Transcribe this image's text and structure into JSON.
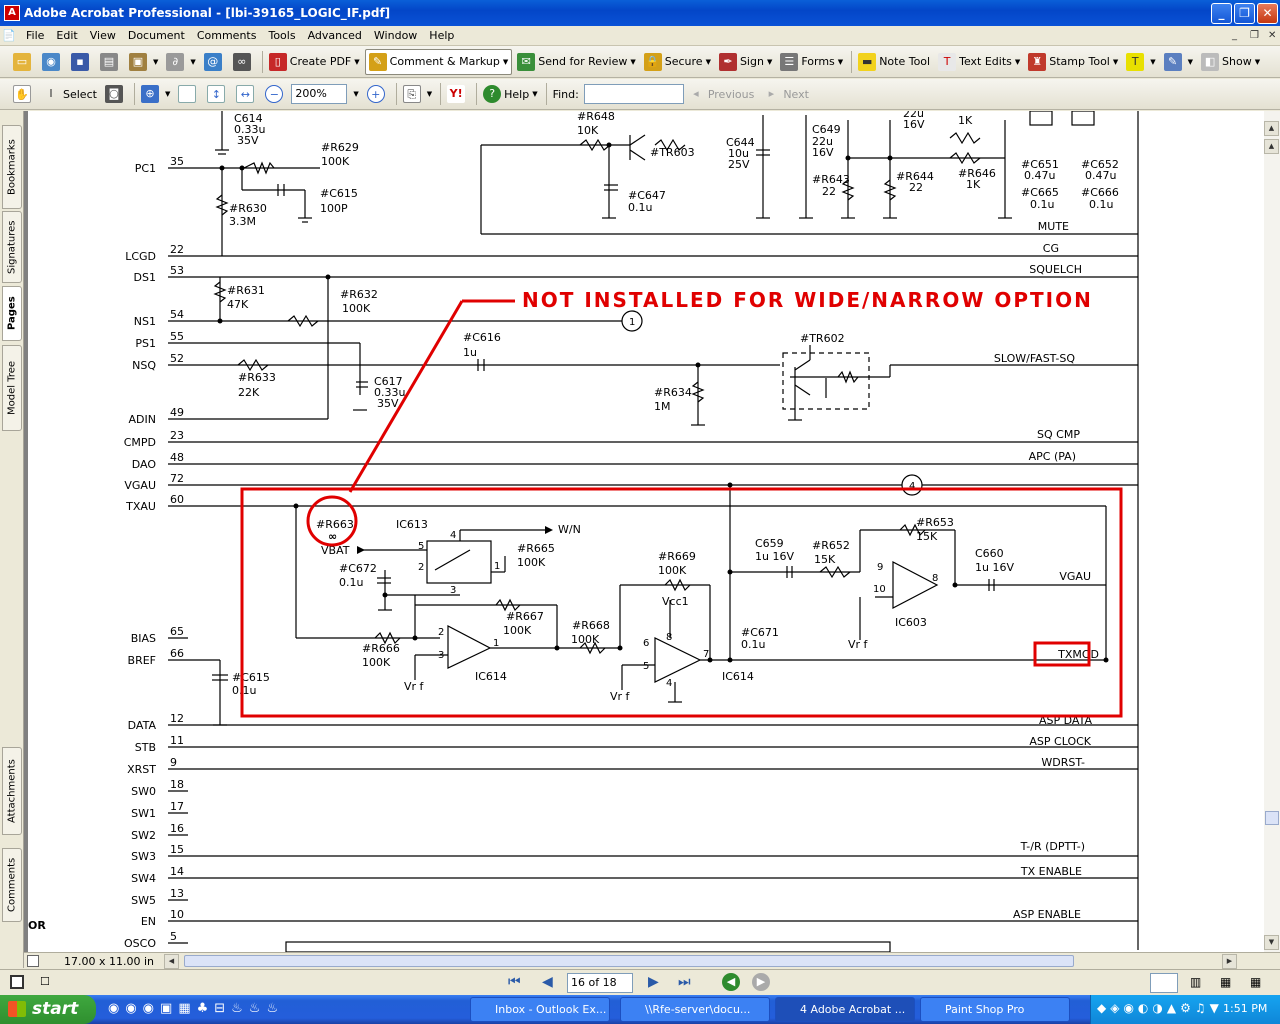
{
  "window": {
    "title": "Adobe Acrobat Professional - [lbi-39165_LOGIC_IF.pdf]"
  },
  "menu": [
    "File",
    "Edit",
    "View",
    "Document",
    "Comments",
    "Tools",
    "Advanced",
    "Window",
    "Help"
  ],
  "toolbar1": {
    "create_pdf": "Create PDF",
    "comment_markup": "Comment & Markup",
    "send_review": "Send for Review",
    "secure": "Secure",
    "sign": "Sign",
    "forms": "Forms",
    "note_tool": "Note Tool",
    "text_edits": "Text Edits",
    "stamp_tool": "Stamp Tool",
    "show": "Show"
  },
  "toolbar2": {
    "select": "Select",
    "zoom": "200%",
    "help": "Help",
    "find_label": "Find:",
    "find_value": "",
    "previous": "Previous",
    "next": "Next"
  },
  "sidetabs": [
    "Bookmarks",
    "Signatures",
    "Pages",
    "Model Tree",
    "Attachments",
    "Comments"
  ],
  "status": {
    "page_size": "17.00 x 11.00 in",
    "page_box": "16 of 18"
  },
  "taskbar": {
    "start": "start",
    "tasks": [
      "Inbox - Outlook Ex...",
      "\\\\Rfe-server\\docu...",
      "4 Adobe Acrobat ...",
      "Paint Shop Pro"
    ],
    "clock": "1:51 PM"
  },
  "schematic": {
    "annotation": "NOT INSTALLED FOR WIDE/NARROW OPTION",
    "pins": [
      {
        "name": "PC1",
        "num": "35"
      },
      {
        "name": "LCGD",
        "num": "22"
      },
      {
        "name": "DS1",
        "num": "53"
      },
      {
        "name": "NS1",
        "num": "54"
      },
      {
        "name": "PS1",
        "num": "55"
      },
      {
        "name": "NSQ",
        "num": "52"
      },
      {
        "name": "ADIN",
        "num": "49"
      },
      {
        "name": "CMPD",
        "num": "23"
      },
      {
        "name": "DAO",
        "num": "48"
      },
      {
        "name": "VGAU",
        "num": "72"
      },
      {
        "name": "TXAU",
        "num": "60"
      },
      {
        "name": "BIAS",
        "num": "65"
      },
      {
        "name": "BREF",
        "num": "66"
      },
      {
        "name": "DATA",
        "num": "12"
      },
      {
        "name": "STB",
        "num": "11"
      },
      {
        "name": "XRST",
        "num": "9"
      },
      {
        "name": "SW0",
        "num": "18"
      },
      {
        "name": "SW1",
        "num": "17"
      },
      {
        "name": "SW2",
        "num": "16"
      },
      {
        "name": "SW3",
        "num": "15"
      },
      {
        "name": "SW4",
        "num": "14"
      },
      {
        "name": "SW5",
        "num": "13"
      },
      {
        "name": "EN",
        "num": "10"
      },
      {
        "name": "OSCO",
        "num": "5"
      }
    ],
    "signals": [
      "MUTE",
      "CG",
      "SQUELCH",
      "SLOW/FAST-SQ",
      "SQ CMP",
      "APC (PA)",
      "VGAU",
      "TXMOD",
      "ASP DATA",
      "ASP CLOCK",
      "WDRST-",
      "T-/R (DPTT-)",
      "TX ENABLE",
      "ASP ENABLE"
    ],
    "or_label": "OR",
    "components": {
      "c614": "C614",
      "c614v": "0.33u",
      "c614r": "35V",
      "r629": "#R629",
      "r629v": "100K",
      "c615": "#C615",
      "c615v": "100P",
      "r630": "#R630",
      "r630v": "3.3M",
      "r648": "#R648",
      "r648v": "10K",
      "tr603": "#TR603",
      "c647": "#C647",
      "c647v": "0.1u",
      "c644": "C644",
      "c644v": "10u",
      "c644r": "25V",
      "c649": "C649",
      "c649v": "22u",
      "c649r": "16V",
      "r643": "#R643",
      "r643v": "22",
      "r644": "#R644",
      "r644v": "22",
      "r646": "#R646",
      "r646v": "1K",
      "k1": "1K",
      "v16": "16V",
      "v22": "22u",
      "c651": "#C651",
      "c651v": "0.47u",
      "c652": "#C652",
      "c652v": "0.47u",
      "c665": "#C665",
      "c665v": "0.1u",
      "c666": "#C666",
      "c666v": "0.1u",
      "r631": "#R631",
      "r631v": "47K",
      "r632": "#R632",
      "r632v": "100K",
      "c616": "#C616",
      "c616v": "1u",
      "tr602": "#TR602",
      "r633": "#R633",
      "r633v": "22K",
      "c617": "C617",
      "c617v": "0.33u",
      "c617r": "35V",
      "r634": "#R634",
      "r634v": "1M",
      "r663": "#R663",
      "inf": "∞",
      "ic613": "IC613",
      "wn": "W/N",
      "vbat": "VBAT",
      "c672": "#C672",
      "c672v": "0.1u",
      "r665": "#R665",
      "r665v": "100K",
      "r667": "#R667",
      "r667v": "100K",
      "r666": "#R666",
      "r666v": "100K",
      "ic614": "IC614",
      "r668": "#R668",
      "r668v": "100K",
      "r669": "#R669",
      "r669v": "100K",
      "vcc1": "Vcc1",
      "c671": "#C671",
      "c671v": "0.1u",
      "ic614b": "IC614",
      "c659": "C659",
      "c659v": "1u 16V",
      "r652": "#R652",
      "r652v": "15K",
      "r653": "#R653",
      "r653v": "15K",
      "ic603": "IC603",
      "c660": "C660",
      "c660v": "1u 16V",
      "vrf": "Vr f",
      "c615b": "#C615",
      "c615bv": "0.1u",
      "n1": "1",
      "n4": "4"
    }
  }
}
